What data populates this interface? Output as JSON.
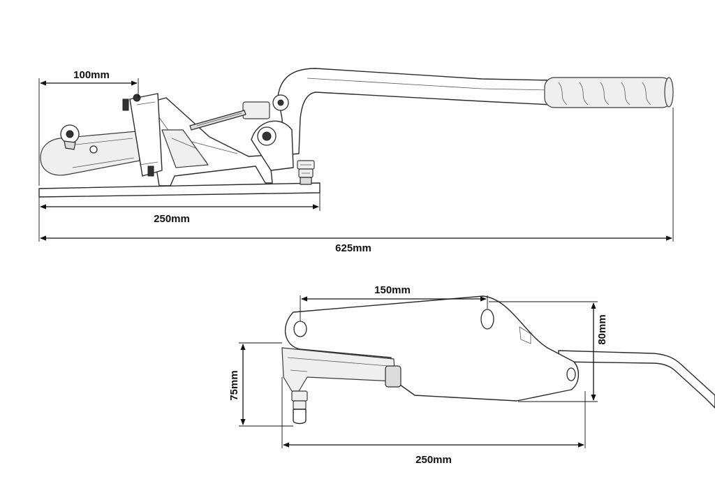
{
  "diagram": {
    "side_view": {
      "dimensions": {
        "plunger_length": "100mm",
        "base_length": "250mm",
        "total_length": "625mm"
      }
    },
    "bottom_view": {
      "dimensions": {
        "hole_spacing": "150mm",
        "plate_height": "80mm",
        "arm_depth": "75mm",
        "base_length": "250mm"
      }
    }
  }
}
